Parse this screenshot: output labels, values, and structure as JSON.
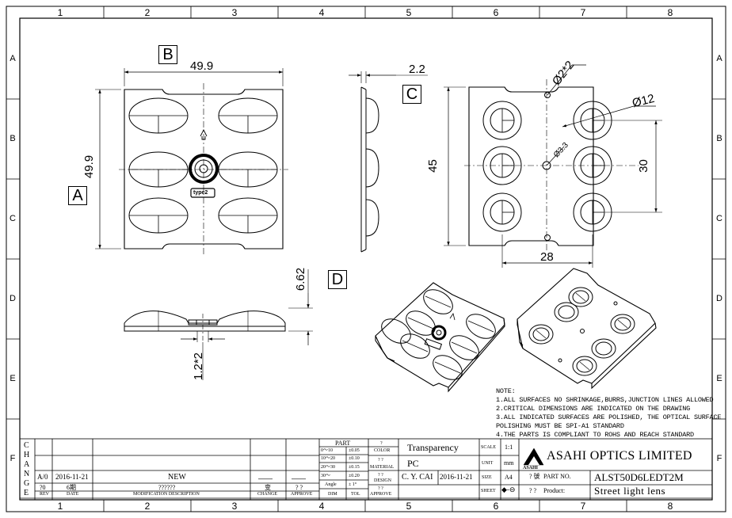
{
  "border": {
    "columns": [
      "1",
      "2",
      "3",
      "4",
      "5",
      "6",
      "7",
      "8"
    ],
    "rows": [
      "A",
      "B",
      "C",
      "D",
      "E",
      "F"
    ]
  },
  "views": {
    "a": "A",
    "b": "B",
    "c": "C",
    "d": "D"
  },
  "dimensions": {
    "width_top": "49.9",
    "height_left": "49.9",
    "thickness": "2.2",
    "total_height": "6.62",
    "base_thickness": "1.2*2",
    "hole_pair": "Ø2*2",
    "lens_dia": "Ø12",
    "center_hole": "Ø3.3",
    "height_45": "45",
    "spacing_30": "30",
    "spacing_28": "28"
  },
  "part_mark": "type2",
  "notes": {
    "title": "NOTE:",
    "lines": [
      "1.ALL SURFACES NO SHRINKAGE,BURRS,JUNCTION LINES ALLOWED",
      "2.CRITICAL DIMENSIONS ARE INDICATED ON THE DRAWING",
      "3.ALL INDICATED SURFACES ARE POLISHED, THE OPTICAL SURFACE",
      "POLISHING MUST BE SPI-A1 STANDARD",
      "4.THE PARTS IS COMPLIANT TO ROHS AND REACH STANDARD"
    ]
  },
  "title_block": {
    "change_letters": [
      "C",
      "H",
      "A",
      "N",
      "G",
      "E"
    ],
    "rev_value": "A/0",
    "date_value": "2016-11-21",
    "description_value": "NEW",
    "rev_label": "REV",
    "date_label": "DATE",
    "mod_label": "MODIFICATION DESCRIPTION",
    "change_label": "CHANGE",
    "approve_label": "APPROVE",
    "rev_cn": "?0",
    "date_cn": "6期",
    "mod_cn": "??????",
    "change_cn": "变",
    "approve_cn": "? ?",
    "part_header": "PART",
    "tol_rows": [
      {
        "range": "0～10",
        "tol": "±0.05"
      },
      {
        "range": "10～20",
        "tol": "±0.10"
      },
      {
        "range": "20～30",
        "tol": "±0.15"
      },
      {
        "range": "30～",
        "tol": "±0.20"
      },
      {
        "range": "Angle",
        "tol": "± 1°"
      }
    ],
    "dim_label": "DIM",
    "tol_label": "TOL",
    "approve2_label": "APPROVE",
    "color_cn": "?",
    "color_label": "COLOR",
    "material_cn": "? ?",
    "material_label": "MATERIAL",
    "design_cn": "? ?",
    "design_label": "DESIGN",
    "approve2_cn": "? ?",
    "color_value": "Transparency",
    "material_value": "PC",
    "designer_value": "C. Y. CAI",
    "design_date": "2016-11-21",
    "scale_label": "SCALE",
    "scale_value": "1:1",
    "unit_label": "UNIT",
    "unit_value": "mm",
    "size_label": "SIZE",
    "size_value": "A4",
    "sheet_label": "SHEET",
    "company": "ASAHI OPTICS LIMITED",
    "logo_text": "ASAHI",
    "part_no_cn": "? 號",
    "part_no_label": "PART NO.",
    "part_no_value": "ALST50D6LEDT2M",
    "product_cn": "? ?",
    "product_label": "Product:",
    "product_value": "Street light lens"
  }
}
